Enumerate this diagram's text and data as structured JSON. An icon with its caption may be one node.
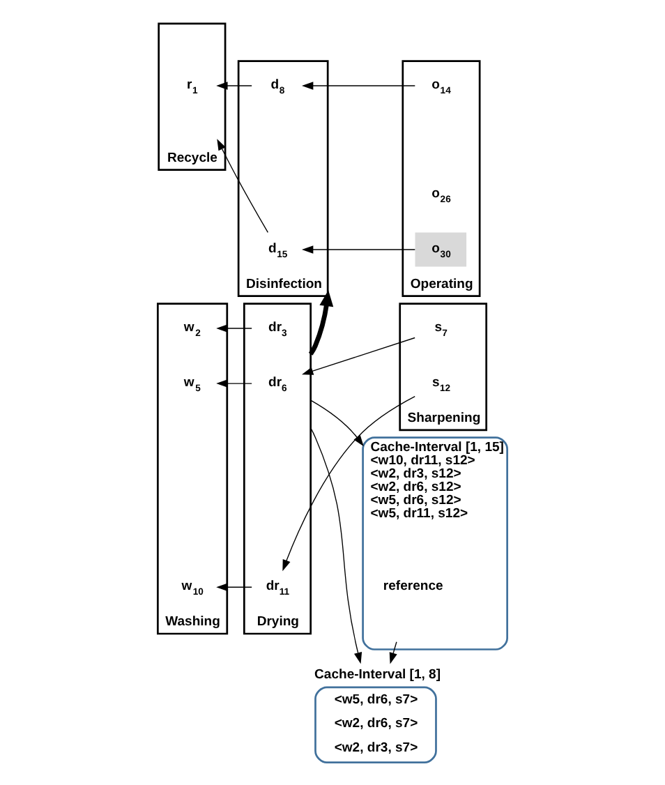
{
  "diagram": {
    "nodes": [
      {
        "text": [
          "Recycle"
        ]
      },
      {
        "text": [
          "r$_{1}$"
        ],
        "in": 0
      },
      {
        "text": [
          "Disinfection"
        ]
      },
      {
        "text": [
          "d$_{8}$"
        ],
        "in": 2
      },
      {
        "text": [
          "d$_{15}$"
        ],
        "in": 2
      },
      {
        "text": [
          "Operating"
        ]
      },
      {
        "text": [
          "o$_{14}$"
        ],
        "in": 5
      },
      {
        "text": [
          "o$_{26}$"
        ],
        "in": 5
      },
      {
        "text": [
          "o$_{30}$"
        ],
        "in": 5
      },
      {
        "text": [
          "Washing"
        ]
      },
      {
        "text": [
          "w$_{2}$"
        ],
        "in": 9
      },
      {
        "text": [
          "w$_{5}$"
        ],
        "in": 9
      },
      {
        "text": [
          "w$_{10}$"
        ],
        "in": 9
      },
      {
        "text": [
          "Drying"
        ]
      },
      {
        "text": [
          "dr$_{3}$"
        ],
        "in": 13
      },
      {
        "text": [
          "dr$_{6}$"
        ],
        "in": 13
      },
      {
        "text": [
          "dr$_{11}$"
        ],
        "in": 13
      },
      {
        "text": [
          "Sharpening"
        ]
      },
      {
        "text": [
          "s$_{7}$"
        ],
        "in": 17
      },
      {
        "text": [
          "s$_{12}$"
        ],
        "in": 17
      },
      {
        "text": [
          "Cache-Interval [1, 8]",
          "<w5, dr6, s7>",
          "<w2, dr6, s7>",
          "<w2, dr3, s7>"
        ]
      },
      {
        "text": [
          "Cache-Interval [1, 15]",
          "<w10, dr11, s12>",
          "<w2, dr3, s12>",
          "<w2, dr6, s12>",
          "<w5, dr6, s12>",
          "<w5, dr11, s12>"
        ]
      },
      {
        "text": [
          "reference"
        ],
        "in": 21
      }
    ],
    "edges": [
      {
        "from": 6,
        "to": 3,
        "arrow": "to"
      },
      {
        "from": 8,
        "to": 4,
        "arrow": "to"
      },
      {
        "from": 3,
        "to": 1,
        "arrow": "to"
      },
      {
        "from": 4,
        "to": 1,
        "arrow": "to"
      },
      {
        "from": 13,
        "to": 2,
        "arrow": "to",
        "style": "thick"
      },
      {
        "from": 14,
        "to": 10,
        "arrow": "to"
      },
      {
        "from": 15,
        "to": 11,
        "arrow": "to"
      },
      {
        "from": 16,
        "to": 12,
        "arrow": "to"
      },
      {
        "from": 18,
        "to": 15,
        "arrow": "to"
      },
      {
        "from": 19,
        "to": 16,
        "arrow": "to"
      },
      {
        "from": 13,
        "to": 20,
        "arrow": "to"
      },
      {
        "from": 13,
        "to": 21,
        "arrow": "to"
      },
      {
        "from": 22,
        "to": 20,
        "arrow": "to"
      }
    ]
  }
}
